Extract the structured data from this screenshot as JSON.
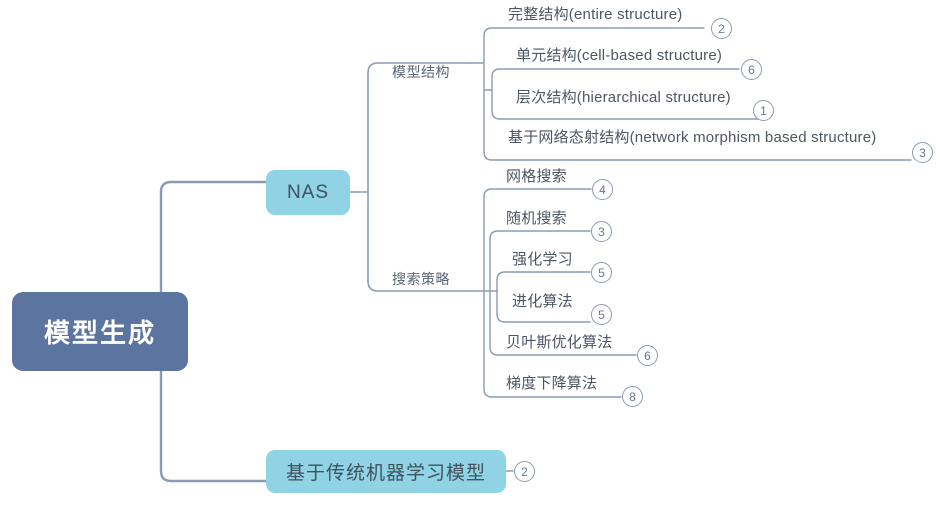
{
  "diagram": {
    "type": "mind-map",
    "root": {
      "label": "模型生成",
      "color": "#5b74a0",
      "text_color": "#ffffff"
    },
    "node_color": "#8fd3e5",
    "line_color": "#8c9bb5",
    "branches": [
      {
        "label": "NAS",
        "groups": [
          {
            "label": "模型结构",
            "items": [
              {
                "label": "完整结构(entire structure)",
                "count": "2"
              },
              {
                "label": "单元结构(cell-based structure)",
                "count": "6"
              },
              {
                "label": "层次结构(hierarchical structure)",
                "count": "1"
              },
              {
                "label": "基于网络态射结构(network morphism based structure)",
                "count": "3"
              }
            ]
          },
          {
            "label": "搜索策略",
            "items": [
              {
                "label": "网格搜索",
                "count": "4"
              },
              {
                "label": "随机搜索",
                "count": "3"
              },
              {
                "label": "强化学习",
                "count": "5"
              },
              {
                "label": "进化算法",
                "count": "5"
              },
              {
                "label": "贝叶斯优化算法",
                "count": "6"
              },
              {
                "label": "梯度下降算法",
                "count": "8"
              }
            ]
          }
        ]
      },
      {
        "label": "基于传统机器学习模型",
        "count": "2",
        "groups": []
      }
    ]
  }
}
